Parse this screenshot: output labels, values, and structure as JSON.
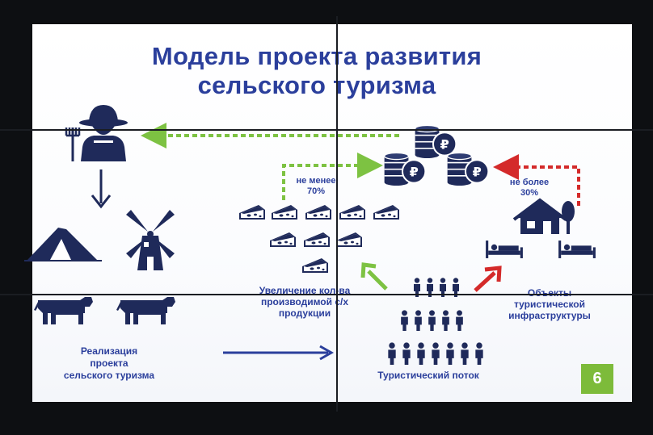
{
  "slide": {
    "title_line1": "Модель проекта развития",
    "title_line2": "сельского туризма",
    "labels": {
      "at_least": "не менее",
      "at_least_pct": "70%",
      "at_most": "не более",
      "at_most_pct": "30%",
      "increase_line1": "Увеличение кол-ва",
      "increase_line2": "производимой с/х",
      "increase_line3": "продукции",
      "objects_line1": "Объекты",
      "objects_line2": "туристической",
      "objects_line3": "инфраструктуры",
      "realization_line1": "Реализация",
      "realization_line2": "проекта",
      "realization_line3": "сельского туризма",
      "tourist_flow": "Туристический поток"
    },
    "coin_symbol": "₽",
    "page_number": "6"
  },
  "colors": {
    "primary_blue": "#2b3f9c",
    "icon_navy": "#1f2a5a",
    "green_arrow": "#7dc242",
    "red_arrow": "#d42a2a",
    "page_badge": "#7dbb3a"
  },
  "icons": [
    "farmer-icon",
    "tent-icon",
    "windmill-icon",
    "cow-icon",
    "cheese-icon",
    "coin-stack-icon",
    "house-icon",
    "bed-icon",
    "people-icon"
  ]
}
